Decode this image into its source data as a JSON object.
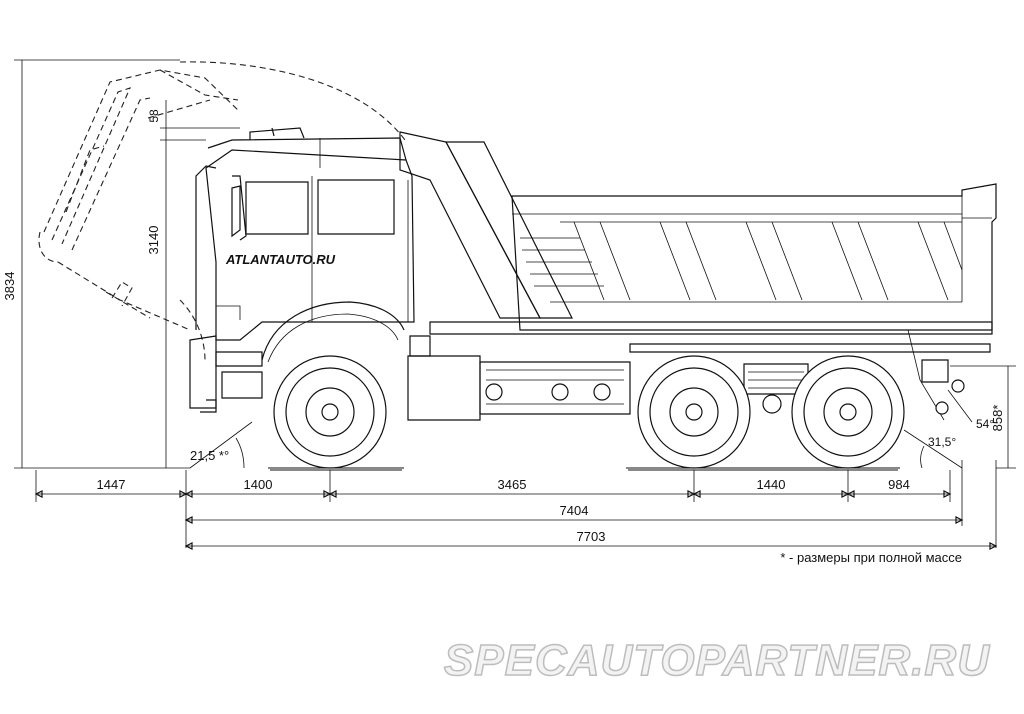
{
  "dimensions": {
    "overall_height": "3834",
    "cab_height": "3140",
    "clearance_top": "58",
    "rear_height": "858*",
    "front_overhang_raised": "1447",
    "front_overhang": "1400",
    "wheelbase_front": "3465",
    "wheelbase_rear": "1440",
    "rear_overhang": "984",
    "length_short": "7404",
    "length_overall": "7703"
  },
  "angles": {
    "approach": "21,5 *°",
    "departure": "31,5°",
    "rear_tilt": "54°"
  },
  "brand_label": "ATLANTAUTO.RU",
  "footnote": "* - размеры при полной массе",
  "watermark": "SPECAUTOPARTNER.RU"
}
